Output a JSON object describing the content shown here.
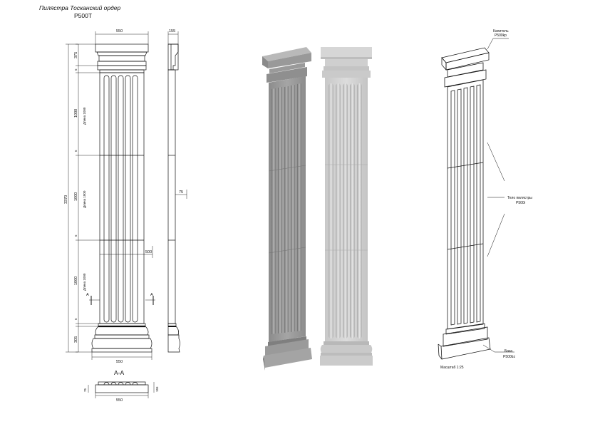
{
  "title": "Пилястра Тосканский ордер",
  "code": "P500T",
  "section_label": "А-А",
  "section_marker": "А",
  "front_view": {
    "top_width": "550",
    "base_width": "550",
    "mid_width": "500",
    "total_height": "3370",
    "heights": [
      "375",
      "5",
      "1000",
      "5",
      "1000",
      "5",
      "1000",
      "5",
      "305"
    ],
    "body_notes": [
      "Длина 1000",
      "Длина 1000",
      "Длина 1000"
    ]
  },
  "side_view": {
    "depth_top": "155",
    "depth_mid": "75"
  },
  "section_view": {
    "width": "550",
    "depth_left": "75",
    "depth_right": "155"
  },
  "callouts": {
    "capital": [
      "Капитель",
      "P500kp"
    ],
    "body": [
      "Тело пилястры",
      "P500t"
    ],
    "base": [
      "База",
      "P500bz"
    ]
  },
  "scale": "Масштаб 1:25"
}
